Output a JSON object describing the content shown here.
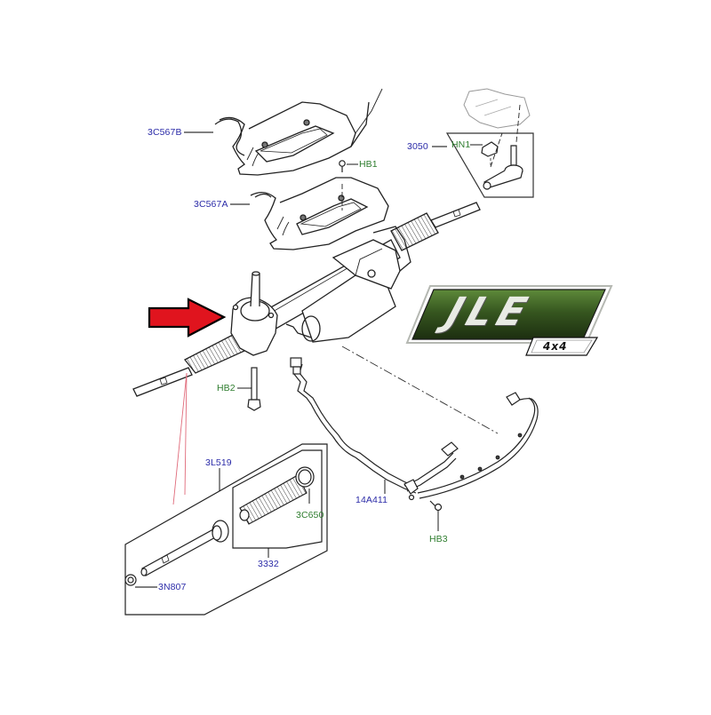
{
  "diagram": {
    "title": "Electric power steering rack assembly - exploded parts diagram",
    "colors": {
      "part_number_label": "#2b2ba8",
      "hardware_label": "#2e7d2e",
      "highlight_arrow": "#e0141e",
      "leader_line": "#000000",
      "reference_line": "#e06a7a",
      "logo_green": "#2f4f1c"
    },
    "labels": {
      "l_3c567b": "3C567B",
      "l_3c567a": "3C567A",
      "l_hb1": "HB1",
      "l_3050": "3050",
      "l_hn1": "HN1",
      "l_hb2": "HB2",
      "l_3l519": "3L519",
      "l_3c650": "3C650",
      "l_3332": "3332",
      "l_3n807": "3N807",
      "l_14a411": "14A411",
      "l_hb3": "HB3"
    },
    "parts": [
      {
        "id": "3C567B",
        "type": "part-number",
        "description": "upper heat shield"
      },
      {
        "id": "3C567A",
        "type": "part-number",
        "description": "lower heat shield"
      },
      {
        "id": "HB1",
        "type": "hardware",
        "description": "heat shield bolt"
      },
      {
        "id": "3050",
        "type": "part-number",
        "description": "outer tie rod end kit"
      },
      {
        "id": "HN1",
        "type": "hardware",
        "description": "tie rod end nut"
      },
      {
        "id": "HB2",
        "type": "hardware",
        "description": "steering gear mounting bolt"
      },
      {
        "id": "3L519",
        "type": "part-number",
        "description": "inner tie rod kit"
      },
      {
        "id": "3C650",
        "type": "hardware",
        "description": "boot clamp"
      },
      {
        "id": "3332",
        "type": "part-number",
        "description": "steering gear boot kit"
      },
      {
        "id": "3N807",
        "type": "part-number",
        "description": "tie rod lock nut"
      },
      {
        "id": "14A411",
        "type": "part-number",
        "description": "wiring harness"
      },
      {
        "id": "HB3",
        "type": "hardware",
        "description": "harness bolt"
      }
    ],
    "highlight": {
      "icon": "red-arrow-icon",
      "points_to": "steering-rack-pinion-housing"
    }
  },
  "logo": {
    "main_text": "JLE",
    "sub_text": "4x4"
  }
}
